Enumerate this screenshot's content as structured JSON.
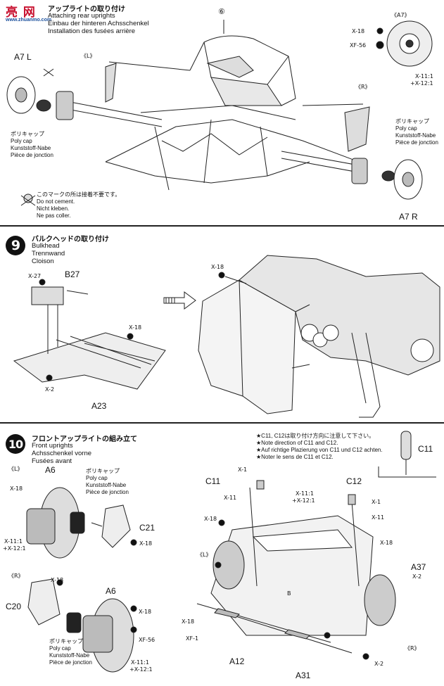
{
  "logo": {
    "line1": "亮 网",
    "line2": "www.zhuanmo.com"
  },
  "step8": {
    "ja": "アップライトの取り付け",
    "en": "Attaching rear uprights",
    "de": "Einbau der hinteren Achsschenkel",
    "fr": "Installation des fusées arrière",
    "labels": {
      "a7l": "A7 L",
      "l": "《L》",
      "r": "《R》",
      "a7": "《A7》",
      "a7r": "A7 R",
      "six": "⑥",
      "x18": "X-18",
      "xf56": "XF-56",
      "x11": "X-11:1",
      "x12": "+X-12:1"
    },
    "polycap": [
      "ポリキャップ",
      "Poly cap",
      "Kunststoff-Nabe",
      "Pièce de jonction"
    ],
    "polycap_r": [
      "ポリキャップ",
      "Poly cap",
      "Kunststoff-Nabe",
      "Pièce de jonction"
    ],
    "nocement": [
      "このマークの所は接着不要です。",
      "Do not cement.",
      "Nicht kleben.",
      "Ne pas coller."
    ]
  },
  "step9": {
    "number": "9",
    "ja": "バルクヘッドの取り付け",
    "en": "Bulkhead",
    "de": "Trennwand",
    "fr": "Cloison",
    "labels": {
      "x27": "X-27",
      "b27": "B27",
      "x18a": "X-18",
      "x18b": "X-18",
      "x2": "X-2",
      "a23": "A23"
    }
  },
  "step10": {
    "number": "10",
    "ja": "フロントアップライトの組み立て",
    "en": "Front uprights",
    "de": "Achsschenkel vorne",
    "fr": "Fusées avant",
    "notes": [
      "★C11, C12は取り付け方向に注意して下さい。",
      "★Note direction of C11 and C12.",
      "★Auf richtige Plazierung von C11 und C12 achten.",
      "★Noter le sens de C11 et C12."
    ],
    "polycap_top": [
      "ポリキャップ",
      "Poly cap",
      "Kunststoff-Nabe",
      "Pièce de jonction"
    ],
    "polycap_bot": [
      "ポリキャップ",
      "Poly cap",
      "Kunststoff-Nabe",
      "Pièce de jonction"
    ],
    "labels": {
      "l": "《L》",
      "r": "《R》",
      "a6": "A6",
      "a6b": "A6",
      "x18": "X-18",
      "x11": "X-11:1",
      "x12": "+X-12:1",
      "c21": "C21",
      "c20": "C20",
      "xf56": "XF-56",
      "c11": "C11",
      "c11b": "C11",
      "c12": "C12",
      "x1": "X-1",
      "x11p": "X-11",
      "a37": "A37",
      "x2": "X-2",
      "xf1": "XF-1",
      "a12": "A12",
      "a31": "A31",
      "b": "B"
    }
  }
}
